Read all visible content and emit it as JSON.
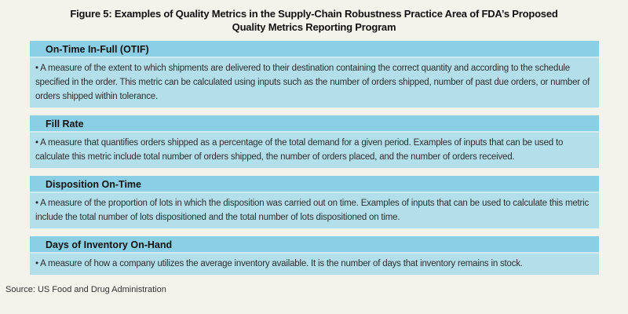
{
  "figure": {
    "title_line1": "Figure 5: Examples of Quality Metrics in the Supply-Chain Robustness Practice Area of FDA’s Proposed",
    "title_line2": "Quality Metrics Reporting Program"
  },
  "metrics": [
    {
      "title": "On-Time In-Full (OTIF)",
      "description": "• A measure of the extent to which shipments are delivered to their destination containing the correct quantity and according to the schedule specified in the order. This metric can be calculated using inputs such as the number of orders shipped, number of past due orders, or number of orders shipped within tolerance."
    },
    {
      "title": "Fill Rate",
      "description": "• A measure that quantifies orders shipped as a percentage of the total demand for a given period. Examples of inputs that can be used to calculate this metric include total number of orders shipped, the number of orders placed, and the number of orders received."
    },
    {
      "title": "Disposition On-Time",
      "description": "• A measure of the proportion of lots in which the disposition was carried out on time. Examples of inputs that can be used to calculate this metric include the total number of lots dispositioned and the total number of lots dispositioned on time."
    },
    {
      "title": "Days of Inventory On-Hand",
      "description": "• A measure of how a company utilizes the average inventory available. It is the number of days that inventory remains in stock."
    }
  ],
  "source": "Source: US Food and Drug Administration",
  "colors": {
    "background": "#F3F3EB",
    "header_blue": "#8BCFE4",
    "body_blue": "#B3DFEA",
    "separator_blue": "#CEEAF2",
    "text": "#1C1C1C"
  }
}
